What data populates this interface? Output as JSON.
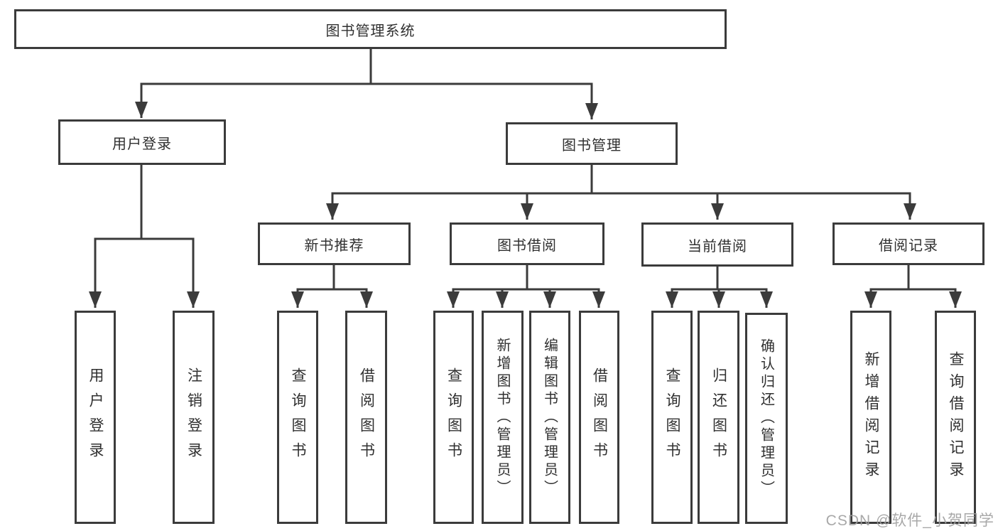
{
  "diagram": {
    "title": "图书管理系统",
    "root": {
      "label": "图书管理系统"
    },
    "level2": [
      {
        "label": "用户登录"
      },
      {
        "label": "图书管理"
      }
    ],
    "level3": [
      {
        "label": "新书推荐"
      },
      {
        "label": "图书借阅"
      },
      {
        "label": "当前借阅"
      },
      {
        "label": "借阅记录"
      }
    ],
    "leaves": [
      {
        "label": "用户登录",
        "parent": "用户登录"
      },
      {
        "label": "注销登录",
        "parent": "用户登录"
      },
      {
        "label": "查询图书",
        "parent": "新书推荐"
      },
      {
        "label": "借阅图书",
        "parent": "新书推荐"
      },
      {
        "label": "查询图书",
        "parent": "图书借阅"
      },
      {
        "label": "新增图书（管理员）",
        "parent": "图书借阅"
      },
      {
        "label": "编辑图书（管理员）",
        "parent": "图书借阅"
      },
      {
        "label": "借阅图书",
        "parent": "图书借阅"
      },
      {
        "label": "查询图书",
        "parent": "当前借阅"
      },
      {
        "label": "归还图书",
        "parent": "当前借阅"
      },
      {
        "label": "确认归还（管理员）",
        "parent": "当前借阅"
      },
      {
        "label": "新增借阅记录",
        "parent": "借阅记录"
      },
      {
        "label": "查询借阅记录",
        "parent": "借阅记录"
      }
    ]
  },
  "watermark": {
    "text": "CSDN @软件_小贺同学"
  },
  "colors": {
    "line": "#3b3b3b",
    "box_border": "#3b3b3b",
    "text": "#303030",
    "watermark": "#9e9e9e",
    "background": "#ffffff"
  }
}
